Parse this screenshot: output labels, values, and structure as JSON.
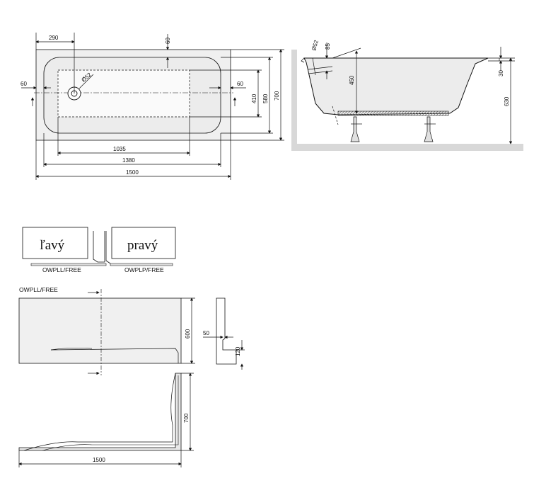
{
  "top_plan": {
    "dims": {
      "d290": "290",
      "d60_top": "60",
      "d_dia": "Ø52",
      "d60_left": "60",
      "d60_right": "60",
      "d410": "410",
      "d580": "580",
      "d700": "700",
      "d1035": "1035",
      "d1380": "1380",
      "d1500": "1500"
    }
  },
  "side_section": {
    "dims": {
      "d_dia": "Ø52",
      "d85": "85",
      "d450": "450",
      "d30": "30",
      "d630": "630"
    }
  },
  "variants": {
    "left_label": "ľavý",
    "left_code": "OWPLL/FREE",
    "right_label": "pravý",
    "right_code": "OWPLP/FREE"
  },
  "panel": {
    "title": "OWPLL/FREE",
    "dims": {
      "d600": "600",
      "d50": "50",
      "d120": "120",
      "d700": "700",
      "d1500": "1500"
    }
  },
  "colors": {
    "line": "#111111",
    "fill_light": "#f0f0f0",
    "hatch": "#777777"
  }
}
